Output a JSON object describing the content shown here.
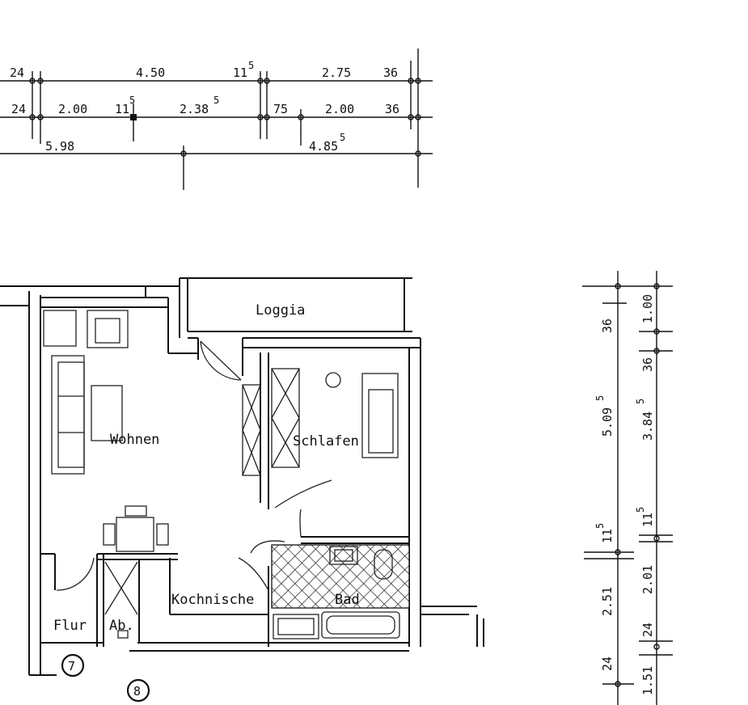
{
  "dimensions_top": {
    "row1": {
      "d1": "24",
      "d2": "4.50",
      "d3": "11",
      "d3sup": "5",
      "d4": "2.75",
      "d5": "36"
    },
    "row2": {
      "d1": "24",
      "d2": "2.00",
      "d3": "11",
      "d3sup": "5",
      "d4": "2.38",
      "d4sup": "5",
      "d5": "75",
      "d6": "2.00",
      "d7": "36"
    },
    "row3": {
      "d1": "5.98",
      "d2": "4.85",
      "d2sup": "5"
    }
  },
  "dimensions_right": {
    "col1": {
      "d1": "36",
      "d2": "5.09",
      "d2sup": "5",
      "d3": "11",
      "d3sup": "5",
      "d4": "2.51",
      "d5": "24"
    },
    "col2": {
      "d1": "1.00",
      "d2": "36",
      "d3": "3.84",
      "d3sup": "5",
      "d4": "11",
      "d4sup": "5",
      "d5": "2.01",
      "d6": "24",
      "d7": "1.51"
    }
  },
  "rooms": {
    "loggia": "Loggia",
    "wohnen": "Wohnen",
    "schlafen": "Schlafen",
    "kochnische": "Kochnische",
    "bad": "Bad",
    "flur": "Flur",
    "abstell": "Ab."
  },
  "markers": {
    "m7": "7",
    "m8": "8"
  }
}
